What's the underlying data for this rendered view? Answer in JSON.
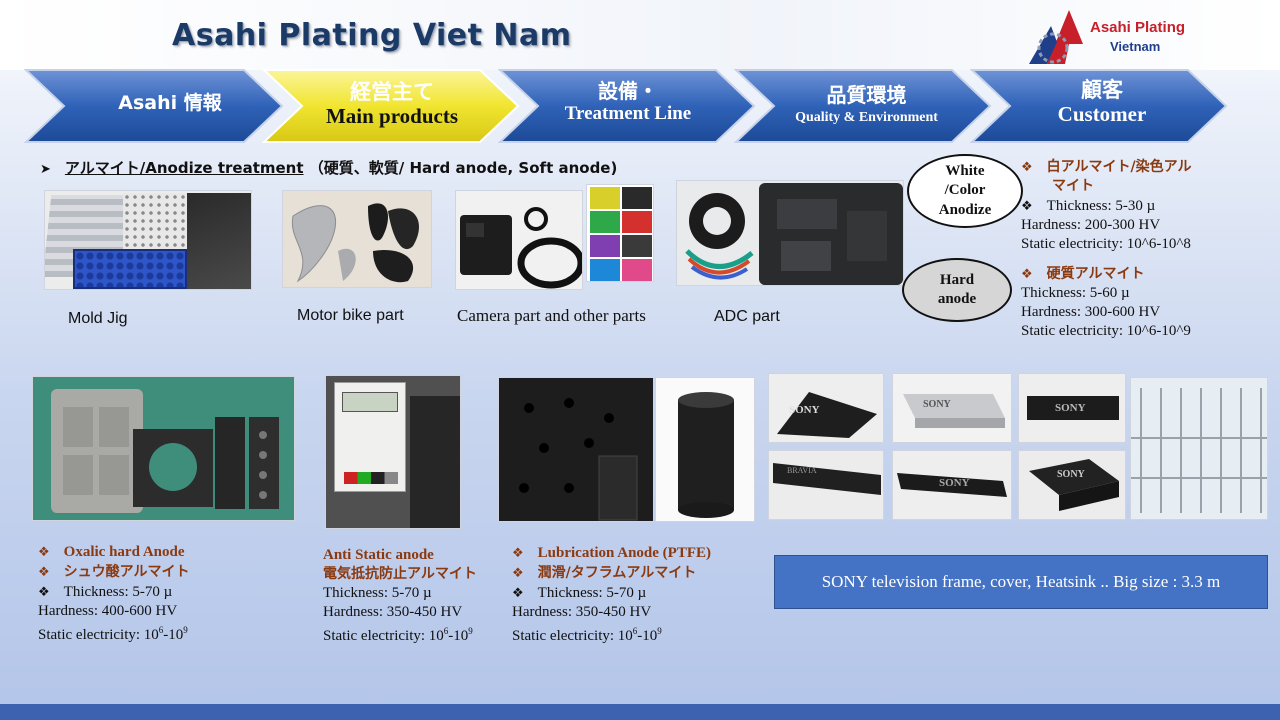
{
  "header": {
    "title": "Asahi Plating Viet Nam",
    "logo_line1": "Asahi Plating",
    "logo_line2": "Vietnam"
  },
  "nav": [
    {
      "jp": "",
      "en": "Asahi 情報",
      "active": false
    },
    {
      "jp": "経営主て",
      "en": "Main products",
      "active": true
    },
    {
      "jp": "設備・",
      "en": "Treatment Line",
      "active": false
    },
    {
      "jp": "品質環境",
      "en": "Quality & Environment",
      "active": false
    },
    {
      "jp": "顧客",
      "en": "Customer",
      "active": false
    }
  ],
  "section_heading": {
    "prefix": "アルマイト/Anodize treatment",
    "rest": "（硬質、軟質/ Hard anode, Soft anode)"
  },
  "captions": {
    "mold_jig": "Mold Jig",
    "motor_bike": "Motor bike part",
    "camera": "Camera part and other parts",
    "adc": "ADC part"
  },
  "ovals": {
    "white_color": "White\n/Color\nAnodize",
    "hard": "Hard\nanode"
  },
  "specs_right": {
    "white_title_line1": "白アルマイト/染色アル",
    "white_title_line2": "マイト",
    "white_thickness": "Thickness: 5-30 µ",
    "white_hardness": "Hardness: 200-300 HV",
    "white_static": "Static electricity: 10^6-10^8",
    "hard_title": "硬質アルマイト",
    "hard_thickness": "Thickness: 5-60 µ",
    "hard_hardness": "Hardness: 300-600 HV",
    "hard_static": "Static electricity: 10^6-10^9"
  },
  "specs_bottom": {
    "oxalic": {
      "title_en": "Oxalic hard Anode",
      "title_jp": "シュウ酸アルマイト",
      "thickness": "Thickness: 5-70 µ",
      "hardness": "Hardness: 400-600 HV",
      "static_prefix": "Static electricity: 10",
      "exp1": "6",
      "mid": "-10",
      "exp2": "9"
    },
    "antistatic": {
      "title_en": "Anti Static anode",
      "title_jp": "電気抵抗防止アルマイト",
      "thickness": "Thickness: 5-70 µ",
      "hardness": "Hardness: 350-450 HV",
      "static_prefix": "Static electricity: 10",
      "exp1": "6",
      "mid": "-10",
      "exp2": "9"
    },
    "lubrication": {
      "title_en": "Lubrication Anode (PTFE)",
      "title_jp": "潤滑/タフラムアルマイト",
      "thickness": "Thickness: 5-70 µ",
      "hardness": "Hardness: 350-450 HV",
      "static_prefix": "Static electricity: 10",
      "exp1": "6",
      "mid": "-10",
      "exp2": "9"
    }
  },
  "sony_note": "SONY television frame, cover, Heatsink .. Big size : 3.3 m",
  "photo_labels": {
    "sony": "SONY",
    "bravia": "BRAVIA"
  },
  "colors": {
    "nav_blue": "#2e5fb0",
    "nav_active": "#f2e73a",
    "title_navy": "#1c3a66",
    "accent_brown": "#8b3a10",
    "note_box": "#4472c4"
  }
}
